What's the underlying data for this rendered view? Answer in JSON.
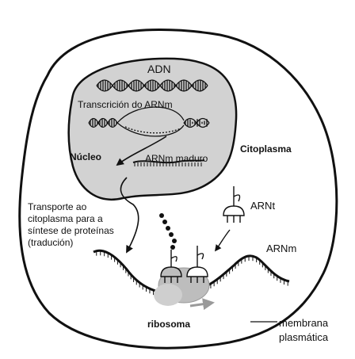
{
  "labels": {
    "dna": "ADN",
    "transcription": "Transcrición do ARNm",
    "nucleus": "Núcleo",
    "mature_mrna": "ARNm maduro",
    "cytoplasm": "Citoplasma",
    "trna": "ARNt",
    "transport_1": "Transporte ao",
    "transport_2": "citoplasma para a",
    "transport_3": "síntese de proteínas",
    "transport_4": "(tradución)",
    "mrna": "ARNm",
    "ribosome": "ribosoma",
    "membrane_1": "membrana",
    "membrane_2": "plasmática"
  },
  "colors": {
    "nucleus_fill": "#d2d2d2",
    "ribosome_fill": "#bdbdbd",
    "line": "#111111"
  }
}
